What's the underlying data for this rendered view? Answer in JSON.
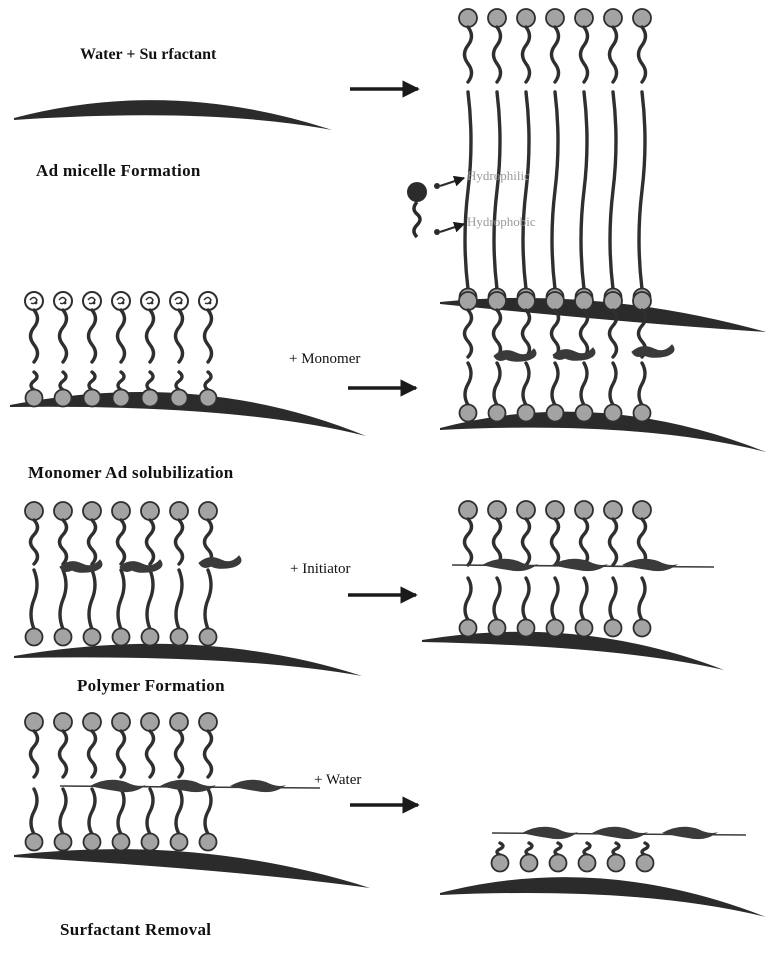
{
  "diagram": {
    "stage1": {
      "reagent": "Water + Su rfactant",
      "caption": "Ad micelle Formation"
    },
    "legend": {
      "hydrophilic": "Hydrophilic",
      "hydrophobic": "Hydrophobic"
    },
    "stage2": {
      "reagent": "+ Monomer",
      "caption": "Monomer Ad solubilization"
    },
    "stage3": {
      "reagent": "+ Initiator",
      "caption": "Polymer Formation"
    },
    "stage4": {
      "reagent": "+ Water",
      "caption": "Surfactant Removal"
    },
    "colors": {
      "substrate": "#2b2b2b",
      "head": "#a3a3a3",
      "tail": "#2f2f2f",
      "polymer": "#3a3a3a"
    }
  }
}
